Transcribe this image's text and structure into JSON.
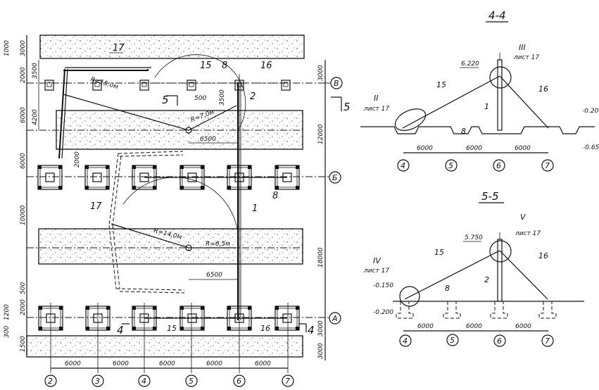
{
  "plan": {
    "axes_columns": [
      "2",
      "3",
      "4",
      "5",
      "6",
      "7"
    ],
    "axes_rows": [
      "В",
      "Б",
      "А"
    ],
    "bottom_spacings": [
      "6000",
      "6000",
      "6000",
      "6000",
      "6000"
    ],
    "right_dims": [
      "3000",
      "12000",
      "18000",
      "3000",
      "3000"
    ],
    "left_dims": [
      "1000",
      "3000",
      "2000",
      "3500",
      "4200",
      "6000",
      "6000",
      "10000",
      "500",
      "2000",
      "1200",
      "300",
      "1500",
      "2000"
    ],
    "radius_labels": [
      "R=15,0м",
      "R=7,0м",
      "R=14,0м",
      "R=6,5м"
    ],
    "offset_labels": [
      "500",
      "3500",
      "6500",
      "6500"
    ],
    "callouts": [
      "17",
      "15",
      "8",
      "16",
      "2",
      "1",
      "8",
      "17",
      "15",
      "16"
    ],
    "section_marks": [
      "5",
      "5",
      "4",
      "4"
    ]
  },
  "section_4_4": {
    "title": "4-4",
    "axes": [
      "4",
      "5",
      "6",
      "7"
    ],
    "spacings": [
      "6000",
      "6000",
      "6000"
    ],
    "elevation_top": "6.220",
    "elevation_ground": "-0.200",
    "elevation_pit": "-0.650",
    "detail_III": {
      "mark": "III",
      "sheet": "лист 17"
    },
    "detail_II": {
      "mark": "II",
      "sheet": "лист 17"
    },
    "callouts": [
      "15",
      "16",
      "1",
      "8"
    ]
  },
  "section_5_5": {
    "title": "5-5",
    "axes": [
      "4",
      "5",
      "6",
      "7"
    ],
    "spacings": [
      "6000",
      "6000",
      "6000"
    ],
    "elevation_top": "5.750",
    "elevation_a": "-0.150",
    "elevation_b": "-0.200",
    "detail_V": {
      "mark": "V",
      "sheet": "лист 17"
    },
    "detail_IV": {
      "mark": "IV",
      "sheet": "лист 17"
    },
    "callouts": [
      "15",
      "16",
      "2",
      "8"
    ]
  }
}
